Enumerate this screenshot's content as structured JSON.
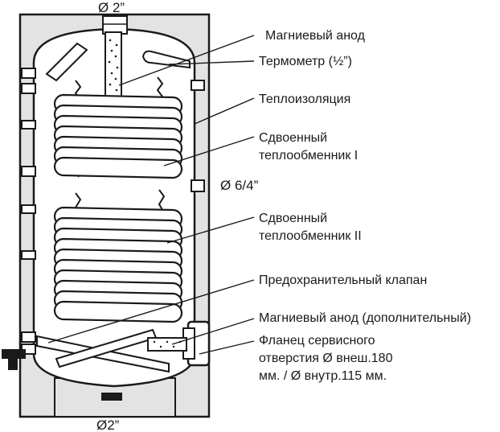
{
  "dimensions": {
    "top_pipe": "Ø 2”",
    "side_pipe": "Ø 6/4”",
    "bottom_pipe": "Ø2”"
  },
  "callouts": [
    {
      "id": "magnesium-anode",
      "lines": [
        "Магниевый анод"
      ]
    },
    {
      "id": "thermometer",
      "lines": [
        "Термометр (½”)"
      ]
    },
    {
      "id": "insulation",
      "lines": [
        "Теплоизоляция"
      ]
    },
    {
      "id": "heat-exchanger-1",
      "lines": [
        "Сдвоенный",
        "теплообменник I"
      ]
    },
    {
      "id": "heat-exchanger-2",
      "lines": [
        "Сдвоенный",
        "теплообменник II"
      ]
    },
    {
      "id": "safety-valve",
      "lines": [
        "Предохранительный клапан"
      ]
    },
    {
      "id": "magnesium-anode-extra",
      "lines": [
        "Магниевый анод (дополнительный)"
      ]
    },
    {
      "id": "service-flange",
      "lines": [
        "Фланец сервисного",
        "отверстия Ø внеш.180",
        "мм. / Ø внутр.115 мм."
      ]
    }
  ],
  "colors": {
    "line": "#1a1a1a",
    "insulation": "#e3e3e3",
    "tank": "#ffffff",
    "coil": "#ffffff"
  }
}
